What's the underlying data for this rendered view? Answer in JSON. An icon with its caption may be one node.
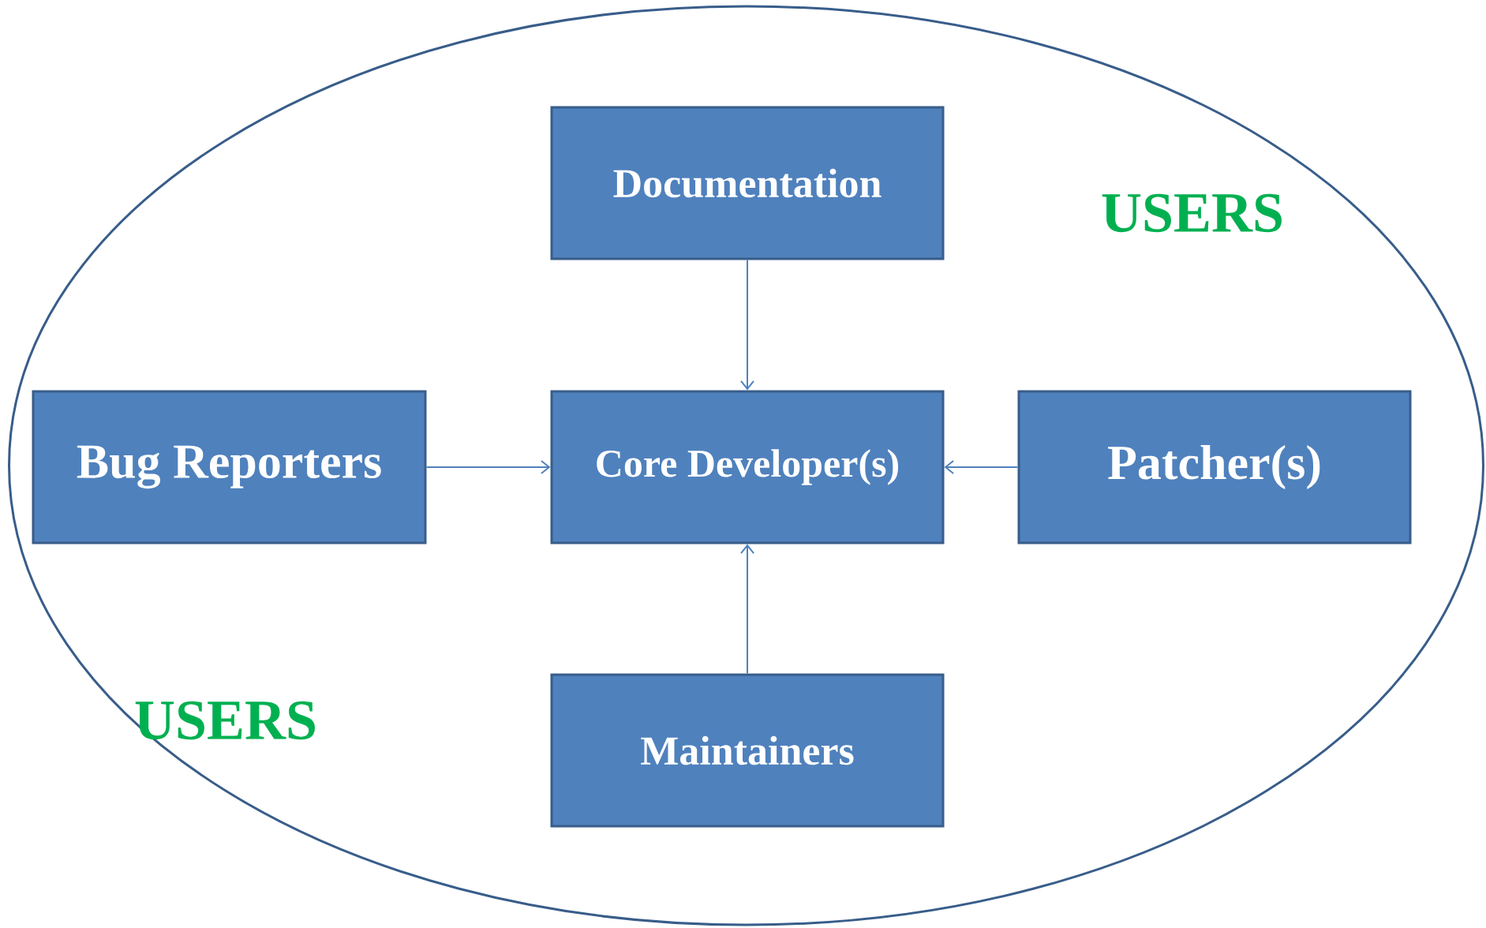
{
  "diagram": {
    "nodes": [
      {
        "text": [
          "USERS",
          "USERS"
        ]
      },
      {
        "text": [
          "Documentation"
        ],
        "in": 0
      },
      {
        "text": [
          "Bug Reporters"
        ],
        "in": 0
      },
      {
        "text": [
          "Core Developer(s)"
        ],
        "in": 0
      },
      {
        "text": [
          "Patcher(s)"
        ],
        "in": 0
      },
      {
        "text": [
          "Maintainers"
        ],
        "in": 0
      }
    ],
    "edges": [
      {
        "from": 1,
        "to": 3,
        "arrow": "to"
      },
      {
        "from": 2,
        "to": 3,
        "arrow": "to"
      },
      {
        "from": 4,
        "to": 3,
        "arrow": "to"
      },
      {
        "from": 5,
        "to": 3,
        "arrow": "to"
      }
    ]
  }
}
